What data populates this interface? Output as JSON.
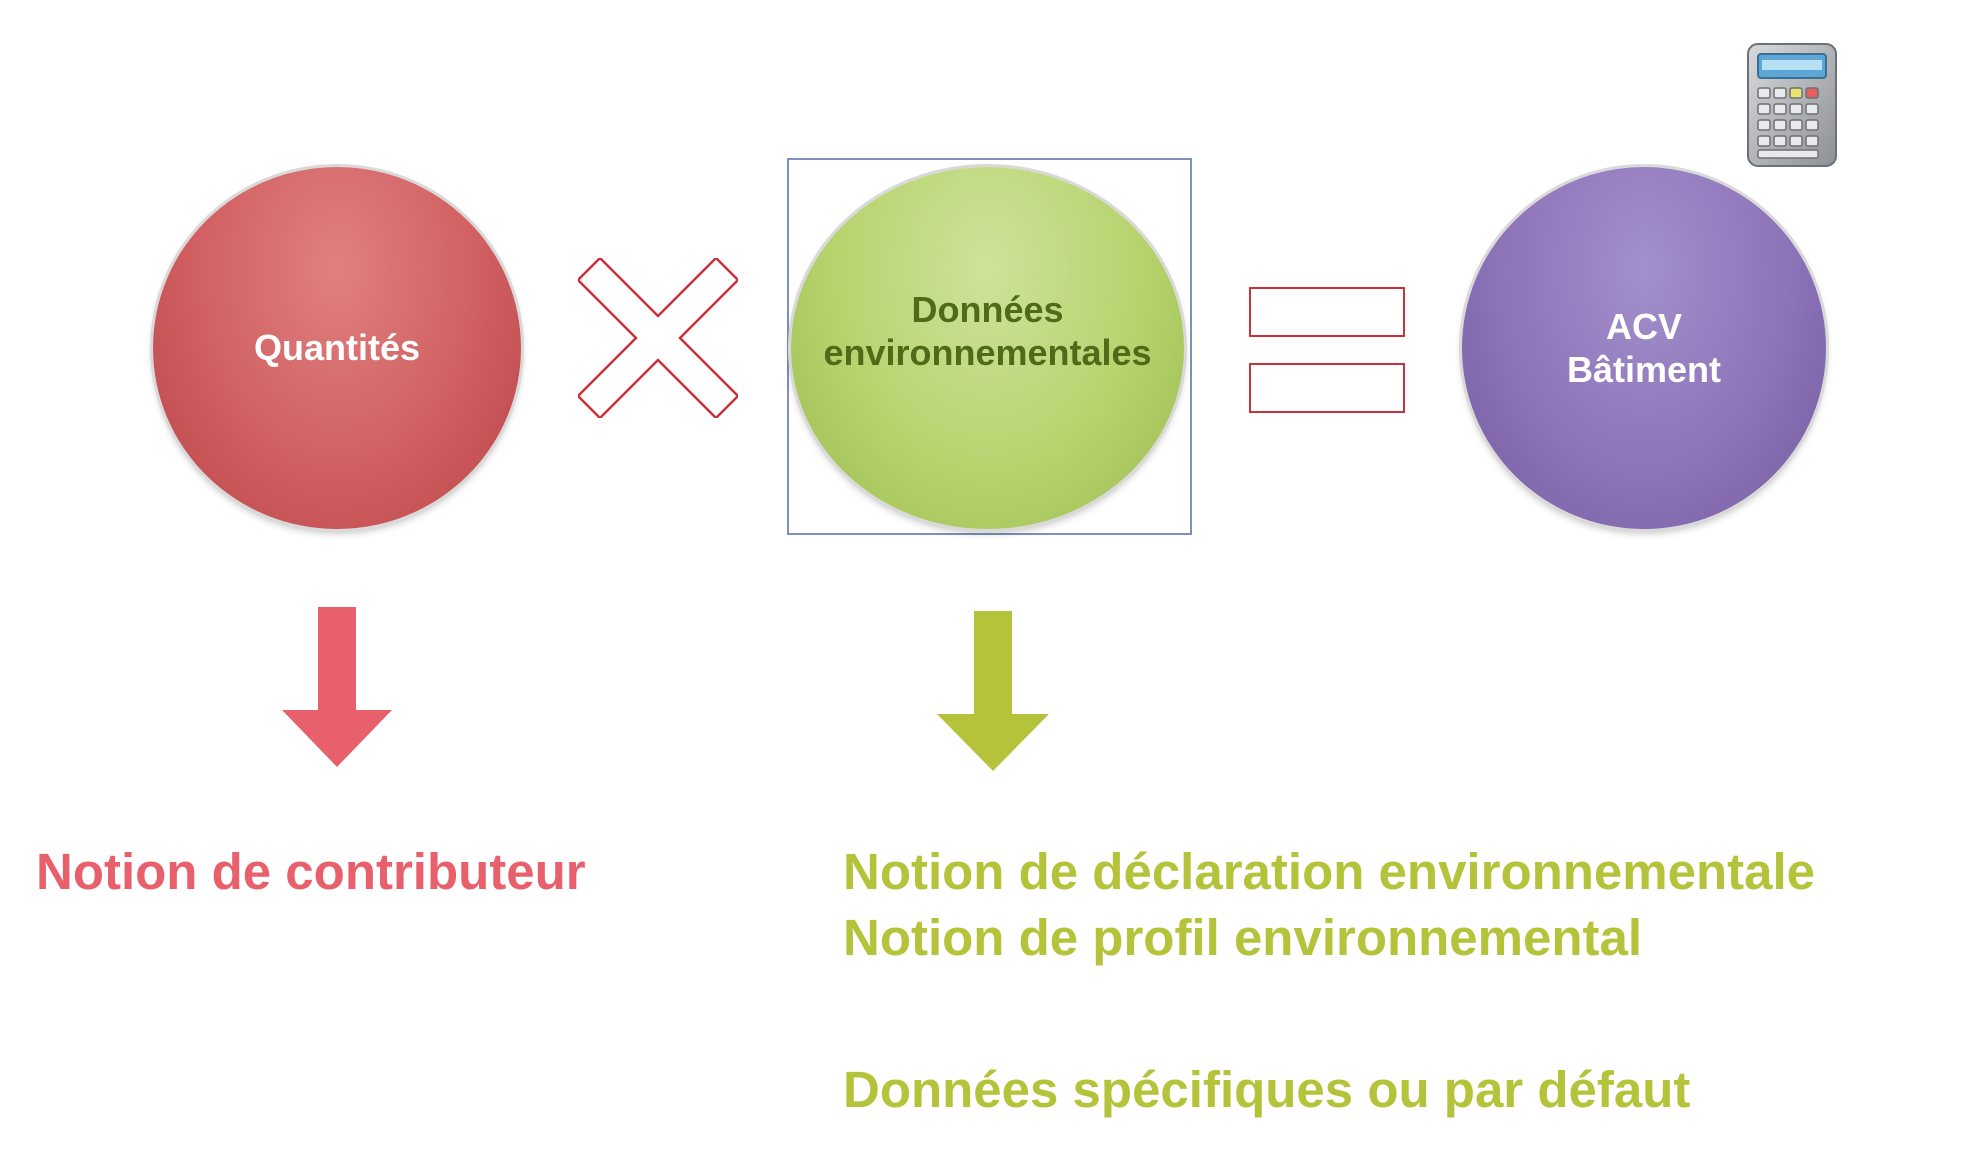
{
  "diagram": {
    "nodes": {
      "quantites": {
        "label": "Quantités",
        "color": "#d15f61"
      },
      "donnees": {
        "line1": "Données",
        "line2": "environnementales",
        "color": "#b7d36e"
      },
      "acv": {
        "line1": "ACV",
        "line2": "Bâtiment",
        "color": "#8e74b8"
      }
    },
    "operators": {
      "multiply": "multiply-icon",
      "equals": "equals-icon"
    },
    "captions": {
      "contributeur": "Notion de contributeur",
      "declaration": "Notion de déclaration environnementale",
      "profil": "Notion de profil environnemental",
      "donnees_specifiques": "Données spécifiques ou par défaut"
    },
    "colors": {
      "red_arrow": "#e8606c",
      "green_arrow": "#b5c33a",
      "operator_outline": "#c8323a"
    },
    "icons": [
      "calculator-icon",
      "multiply-icon",
      "equals-icon",
      "down-arrow-icon"
    ]
  }
}
